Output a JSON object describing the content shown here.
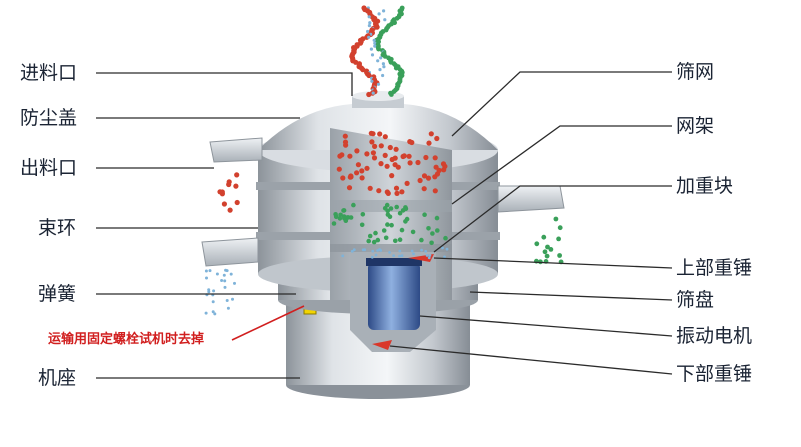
{
  "labels_left": [
    {
      "id": "feed-inlet",
      "text": "进料口"
    },
    {
      "id": "dust-cover",
      "text": "防尘盖"
    },
    {
      "id": "discharge-outlet",
      "text": "出料口"
    },
    {
      "id": "clamp-ring",
      "text": "束环"
    },
    {
      "id": "spring",
      "text": "弹簧"
    },
    {
      "id": "base",
      "text": "机座"
    }
  ],
  "labels_right": [
    {
      "id": "screen-mesh",
      "text": "筛网"
    },
    {
      "id": "mesh-frame",
      "text": "网架"
    },
    {
      "id": "weight-block",
      "text": "加重块"
    },
    {
      "id": "upper-weight",
      "text": "上部重锤"
    },
    {
      "id": "screen-tray",
      "text": "筛盘"
    },
    {
      "id": "vibration-motor",
      "text": "振动电机"
    },
    {
      "id": "lower-weight",
      "text": "下部重锤"
    }
  ],
  "warning": "运输用固定螺栓试机时去掉",
  "colors": {
    "label_text": "#1a2333",
    "warning_text": "#d11f1f",
    "leader_line": "#2b2b2b",
    "metal_light": "#e9ecef",
    "metal_mid": "#b9bfc6",
    "metal_dark": "#7f878f",
    "motor_blue": "#4a6fb0",
    "red_particle": "#d2412e",
    "green_particle": "#3aa05a",
    "blue_particle": "#7fb3d9",
    "yellow_bolt": "#f2d400"
  }
}
